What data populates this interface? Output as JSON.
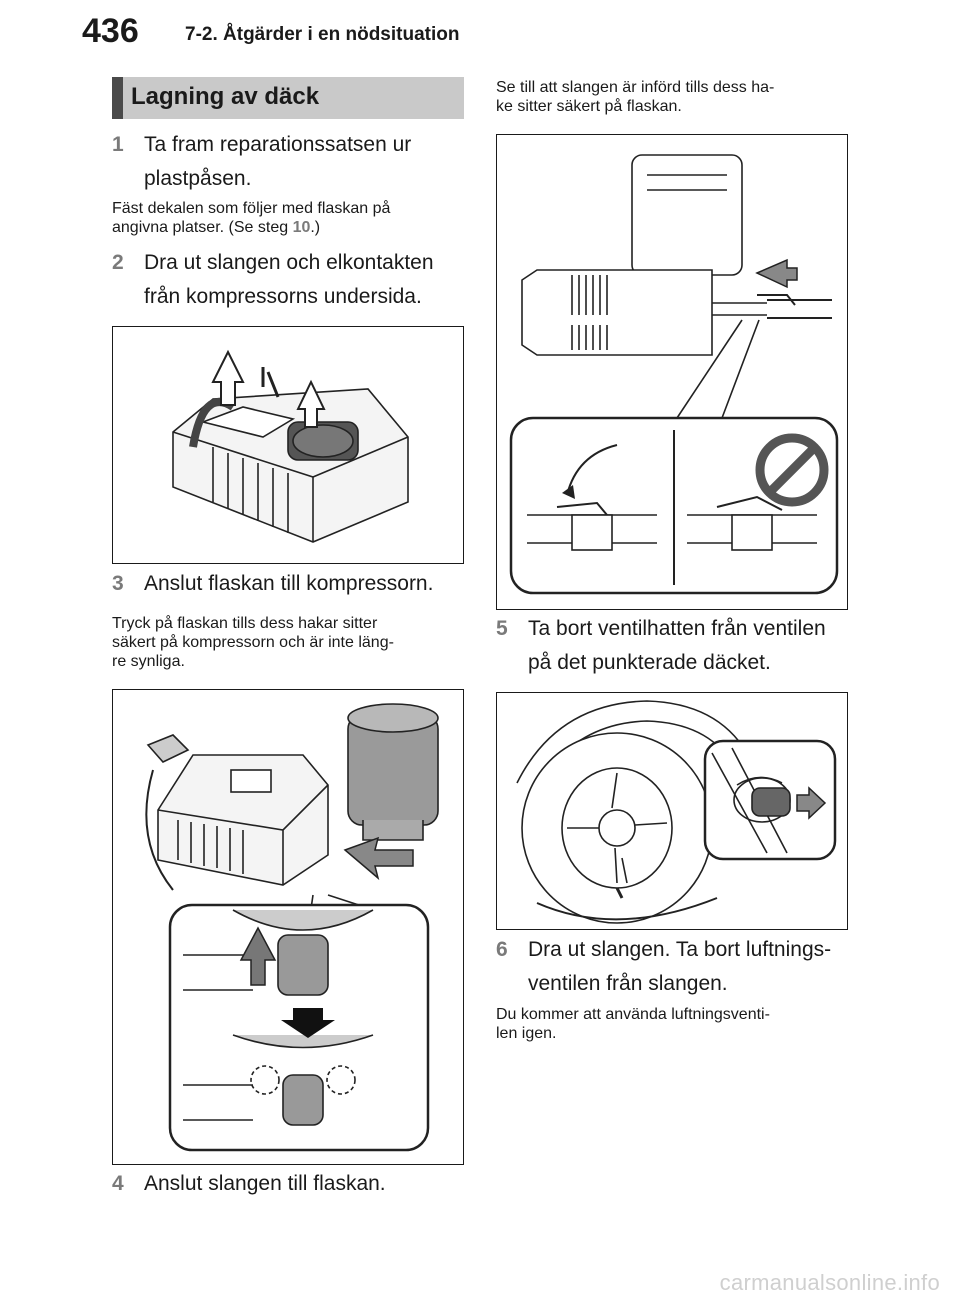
{
  "header": {
    "page_number": "436",
    "chapter": "7-2. Åtgärder i en nödsituation"
  },
  "section": {
    "title": "Lagning av däck"
  },
  "steps": [
    {
      "num": "1",
      "line1": "Ta fram reparationssatsen ur",
      "line2": "plastpåsen."
    },
    {
      "num": "2",
      "line1": "Dra ut slangen och elkontakten",
      "line2": "från kompressorns undersida."
    },
    {
      "num": "3",
      "line1": "Anslut flaskan till kompressorn."
    },
    {
      "num": "4",
      "line1": "Anslut slangen till flaskan."
    },
    {
      "num": "5",
      "line1": "Ta bort ventilhatten från ventilen",
      "line2": "på det punkterade däcket."
    },
    {
      "num": "6",
      "line1": "Dra ut slangen. Ta bort luftnings-",
      "line2": "ventilen från slangen."
    }
  ],
  "notes": {
    "step1": {
      "line1": "Fäst dekalen som följer med flaskan på",
      "line2_pre": "angivna platser. (Se steg ",
      "ref": "10",
      "line2_post": ".)"
    },
    "step3": {
      "line1": "Tryck på flaskan tills dess hakar sitter",
      "line2": "säkert på kompressorn och är inte läng-",
      "line3": "re synliga."
    },
    "step4": {
      "line1": "Se till att slangen är införd tills dess ha-",
      "line2": "ke sitter säkert på flaskan."
    },
    "step6": {
      "line1": "Du kommer att använda luftningsventi-",
      "line2": "len igen."
    }
  },
  "watermark": "carmanualsonline.info"
}
